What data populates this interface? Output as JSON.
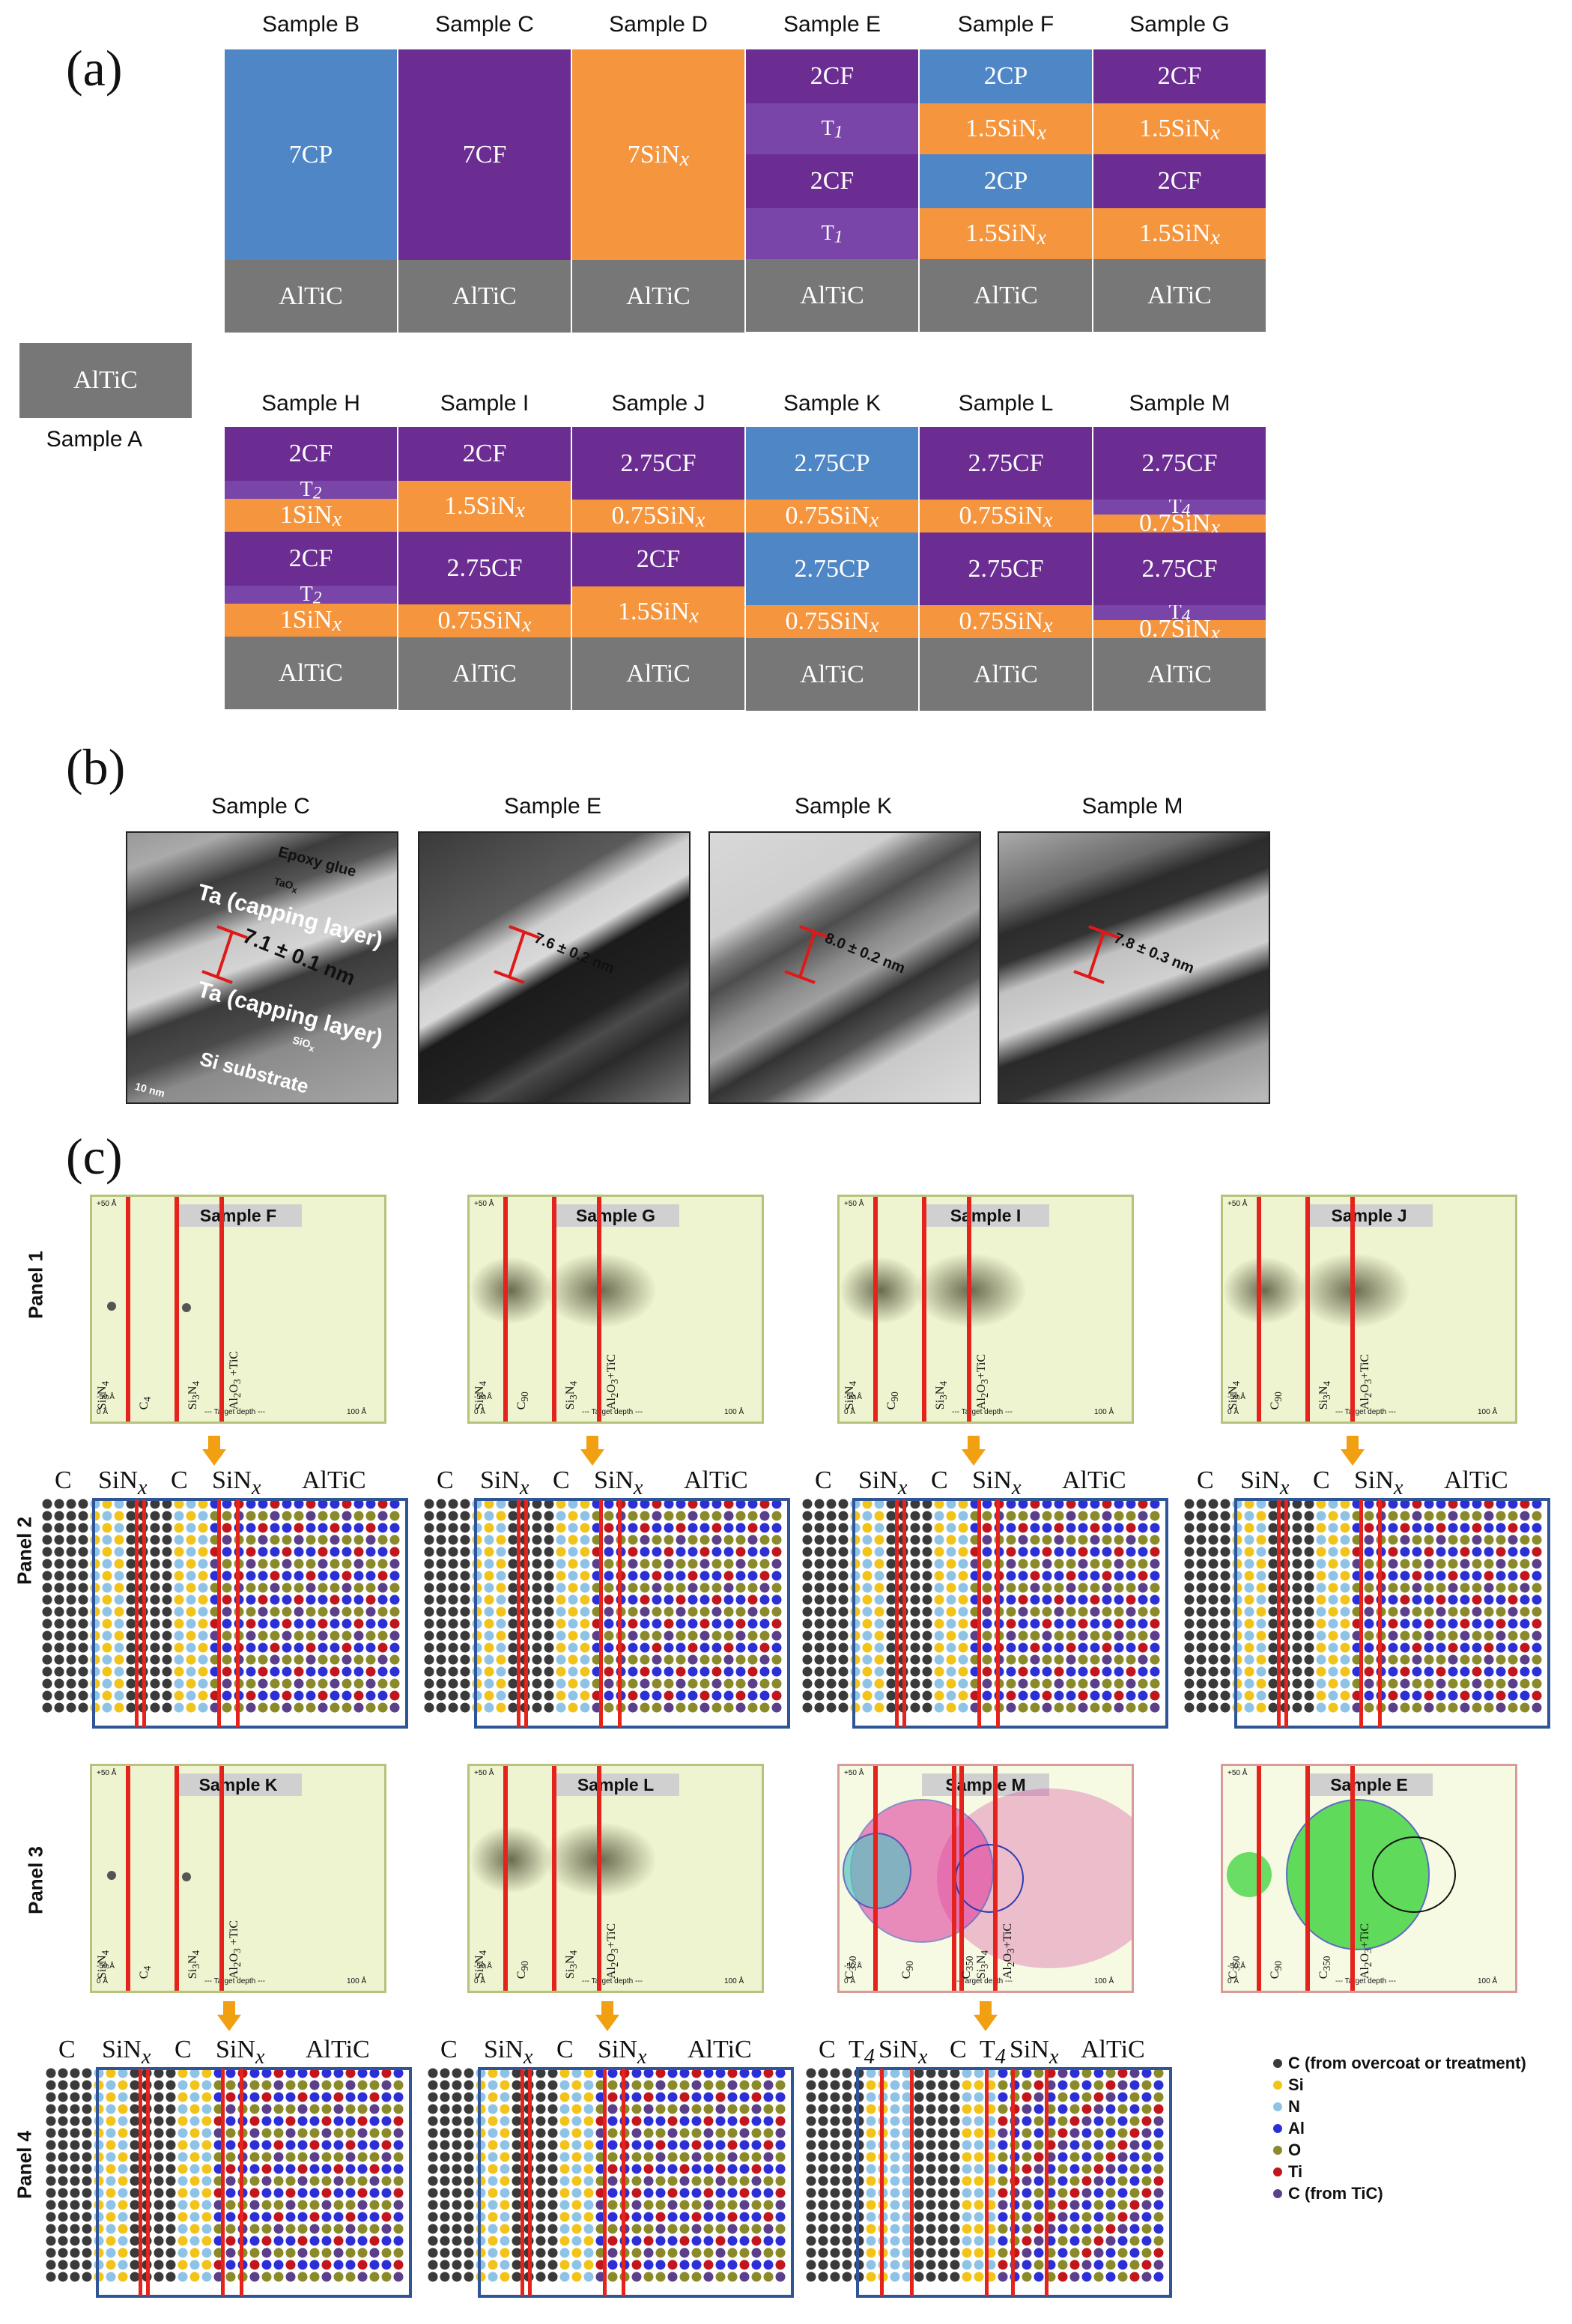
{
  "panel_labels": {
    "a": "(a)",
    "b": "(b)",
    "c": "(c)"
  },
  "sample_a": {
    "label": "Sample A",
    "layer": "AlTiC"
  },
  "stack_row1": [
    {
      "name": "Sample B",
      "layers": [
        [
          "7CP",
          "CP",
          140
        ],
        [
          "AlTiC",
          "Al",
          48
        ]
      ]
    },
    {
      "name": "Sample C",
      "layers": [
        [
          "7CF",
          "CF",
          140
        ],
        [
          "AlTiC",
          "Al",
          48
        ]
      ]
    },
    {
      "name": "Sample D",
      "layers": [
        [
          "7SiNx",
          "SiN",
          140
        ],
        [
          "AlTiC",
          "Al",
          48
        ]
      ]
    },
    {
      "name": "Sample E",
      "layers": [
        [
          "2CF",
          "CF",
          36
        ],
        [
          "T1",
          "T",
          34
        ],
        [
          "2CF",
          "CF",
          36
        ],
        [
          "T1",
          "T",
          34
        ],
        [
          "AlTiC",
          "Al",
          48
        ]
      ]
    },
    {
      "name": "Sample F",
      "layers": [
        [
          "2CP",
          "CP",
          36
        ],
        [
          "1.5SiNx",
          "SiN",
          34
        ],
        [
          "2CP",
          "CP",
          36
        ],
        [
          "1.5SiNx",
          "SiN",
          34
        ],
        [
          "AlTiC",
          "Al",
          48
        ]
      ]
    },
    {
      "name": "Sample G",
      "layers": [
        [
          "2CF",
          "CF",
          36
        ],
        [
          "1.5SiNx",
          "SiN",
          34
        ],
        [
          "2CF",
          "CF",
          36
        ],
        [
          "1.5SiNx",
          "SiN",
          34
        ],
        [
          "AlTiC",
          "Al",
          48
        ]
      ]
    }
  ],
  "stack_row2": [
    {
      "name": "Sample H",
      "layers": [
        [
          "2CF",
          "CF",
          36
        ],
        [
          "T2",
          "T",
          12
        ],
        [
          "1SiNx",
          "SiN",
          22
        ],
        [
          "2CF",
          "CF",
          36
        ],
        [
          "T2",
          "T",
          12
        ],
        [
          "1SiNx",
          "SiN",
          22
        ],
        [
          "AlTiC",
          "Al",
          48
        ]
      ]
    },
    {
      "name": "Sample I",
      "layers": [
        [
          "2CF",
          "CF",
          36
        ],
        [
          "1.5SiNx",
          "SiN",
          34
        ],
        [
          "2.75CF",
          "CF",
          48
        ],
        [
          "0.75SiNx",
          "SiN",
          22
        ],
        [
          "AlTiC",
          "Al",
          48
        ]
      ]
    },
    {
      "name": "Sample J",
      "layers": [
        [
          "2.75CF",
          "CF",
          48
        ],
        [
          "0.75SiNx",
          "SiN",
          22
        ],
        [
          "2CF",
          "CF",
          36
        ],
        [
          "1.5SiNx",
          "SiN",
          34
        ],
        [
          "AlTiC",
          "Al",
          48
        ]
      ]
    },
    {
      "name": "Sample K",
      "layers": [
        [
          "2.75CP",
          "CP",
          48
        ],
        [
          "0.75SiNx",
          "SiN",
          22
        ],
        [
          "2.75CP",
          "CP",
          48
        ],
        [
          "0.75SiNx",
          "SiN",
          22
        ],
        [
          "AlTiC",
          "Al",
          48
        ]
      ]
    },
    {
      "name": "Sample L",
      "layers": [
        [
          "2.75CF",
          "CF",
          48
        ],
        [
          "0.75SiNx",
          "SiN",
          22
        ],
        [
          "2.75CF",
          "CF",
          48
        ],
        [
          "0.75SiNx",
          "SiN",
          22
        ],
        [
          "AlTiC",
          "Al",
          48
        ]
      ]
    },
    {
      "name": "Sample M",
      "layers": [
        [
          "2.75CF",
          "CF",
          48
        ],
        [
          "T4",
          "T",
          10
        ],
        [
          "0.7SiNx",
          "SiN",
          12
        ],
        [
          "2.75CF",
          "CF",
          48
        ],
        [
          "T4",
          "T",
          10
        ],
        [
          "0.7SiNx",
          "SiN",
          12
        ],
        [
          "AlTiC",
          "Al",
          48
        ]
      ]
    }
  ],
  "tem": [
    {
      "name": "Sample C",
      "measure": "7.1 ± 0.1 nm",
      "labels": [
        "Epoxy glue",
        "TaOx",
        "Ta (capping layer)",
        "Ta (capping layer)",
        "SiOx",
        "Si substrate",
        "10 nm"
      ]
    },
    {
      "name": "Sample E",
      "measure": "7.6 ± 0.2 nm",
      "labels": []
    },
    {
      "name": "Sample K",
      "measure": "8.0 ± 0.2 nm",
      "labels": []
    },
    {
      "name": "Sample M",
      "measure": "7.8 ± 0.3 nm",
      "labels": []
    }
  ],
  "panel_names": [
    "Panel 1",
    "Panel 2",
    "Panel 3",
    "Panel 4"
  ],
  "sim_axis": {
    "top": "+50 Å",
    "bottom": "-50 Å",
    "x0": "0 Å",
    "xmid": "--- Target depth ---",
    "x1": "100 Å"
  },
  "sims_row1": [
    {
      "name": "Sample F",
      "labels": [
        "Si3N4",
        "C4",
        "Si3N4",
        "Al2O3 +TiC"
      ],
      "clouds": false
    },
    {
      "name": "Sample G",
      "labels": [
        "Si3N4",
        "C90",
        "Si3N4",
        "Al2O3+TiC"
      ],
      "clouds": true
    },
    {
      "name": "Sample I",
      "labels": [
        "Si3N4",
        "C90",
        "Si3N4",
        "Al2O3+TiC"
      ],
      "clouds": true
    },
    {
      "name": "Sample J",
      "labels": [
        "Si3N4",
        "C90",
        "Si3N4",
        "Al2O3+TiC"
      ],
      "clouds": true
    }
  ],
  "sims_row3": [
    {
      "name": "Sample K",
      "labels": [
        "Si3N4",
        "C4",
        "Si3N4",
        "Al2O3 +TiC"
      ],
      "clouds": false
    },
    {
      "name": "Sample L",
      "labels": [
        "Si3N4",
        "C90",
        "Si3N4",
        "Al2O3+TiC"
      ],
      "clouds": true
    },
    {
      "name": "Sample M",
      "labels": [
        "C350",
        "C90",
        "C350",
        "Si3N4",
        "Al2O3+TiC"
      ],
      "clouds": true
    },
    {
      "name": "Sample E",
      "labels": [
        "C350",
        "C90",
        "C350",
        "Al2O3+TiC"
      ],
      "clouds": true
    }
  ],
  "lattice_labels_std": [
    "C",
    "SiNx",
    "C",
    "SiNx",
    "AlTiC"
  ],
  "lattice_labels_m": [
    "C",
    "T4",
    "SiNx",
    "C",
    "T4",
    "SiNx",
    "AlTiC"
  ],
  "legend": [
    {
      "label": "C (from overcoat or treatment)",
      "color": "#3a3a3a"
    },
    {
      "label": "Si",
      "color": "#f2c318"
    },
    {
      "label": "N",
      "color": "#8fc3e6"
    },
    {
      "label": "Al",
      "color": "#2c2fd6"
    },
    {
      "label": "O",
      "color": "#8a8a2a"
    },
    {
      "label": "Ti",
      "color": "#c2161c"
    },
    {
      "label": "C (from TiC)",
      "color": "#5b3f8a"
    }
  ]
}
